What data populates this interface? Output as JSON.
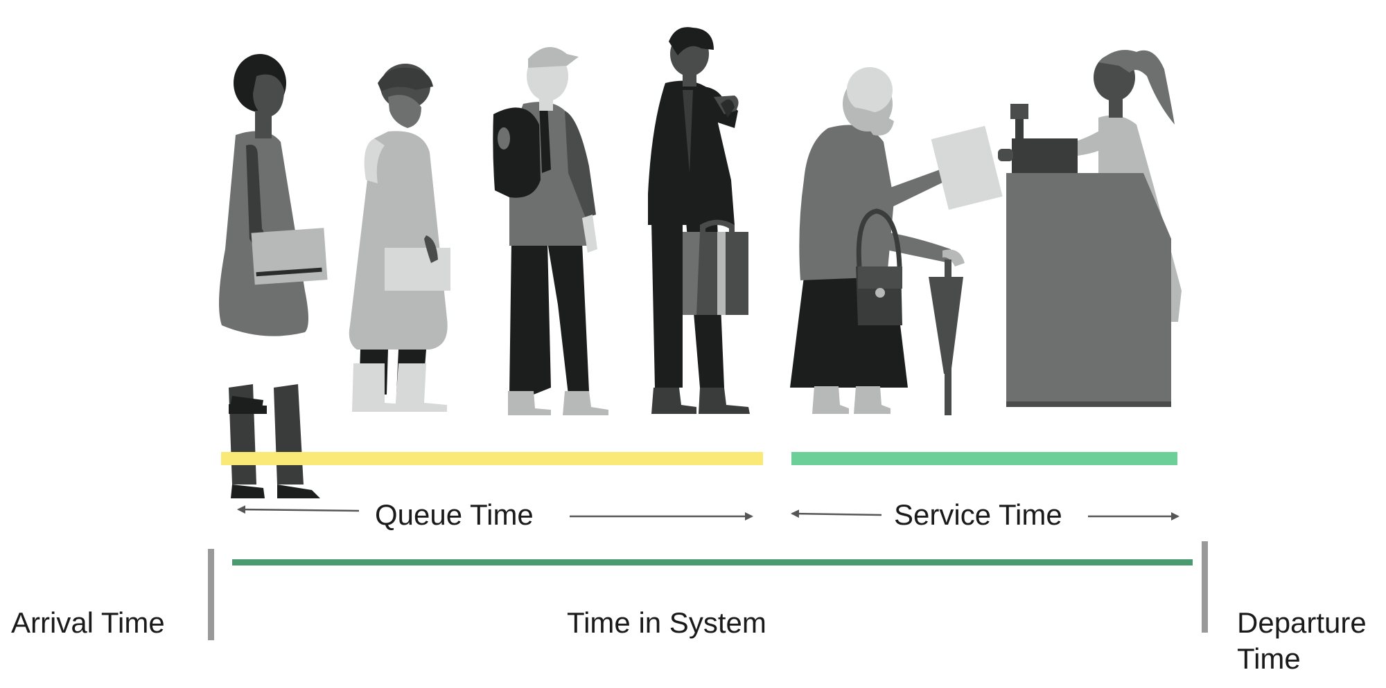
{
  "labels": {
    "queue_time": "Queue Time",
    "service_time": "Service Time",
    "time_in_system": "Time in System",
    "arrival_time": "Arrival Time",
    "departure_time_line1": "Departure",
    "departure_time_line2": "Time"
  },
  "colors": {
    "queue_bar": "#fbe977",
    "service_bar": "#6ccf98",
    "system_bar": "#4a9a70",
    "tick": "#999999",
    "arrow": "#555555",
    "figure_black": "#1c1e1e",
    "figure_dark": "#4a4c4c",
    "figure_mid": "#6e7070",
    "figure_light": "#b7b8b8",
    "figure_pale": "#d7d8d8"
  },
  "illustration": {
    "figures": [
      "woman-with-folder",
      "child-in-raincoat",
      "man-with-backpack",
      "man-in-suit-with-briefcase",
      "elderly-woman-with-cane",
      "cashier-at-counter"
    ],
    "icons": [
      "cash-register-icon",
      "receipt-icon"
    ]
  }
}
